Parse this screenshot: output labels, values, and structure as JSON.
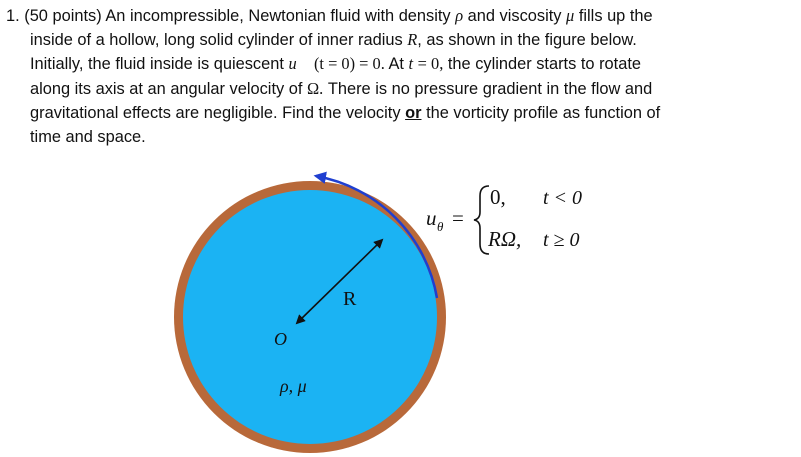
{
  "problem": {
    "number": "1.",
    "points": "(50 points)",
    "l1_a": "An incompressible, Newtonian fluid with density",
    "rho": "ρ",
    "l1_b": "and viscosity",
    "mu": "μ",
    "l1_c": "fills up the",
    "l2_a": "inside of a hollow, long solid cylinder of inner radius",
    "R": "R",
    "l2_b": ", as shown in the figure below.",
    "l3_a": "Initially, the fluid inside is quiescent",
    "vec_u": "u⃗",
    "l3_eq": "(t = 0) = 0.",
    "l3_at": "At",
    "t": "t",
    "l3_eq2": "= 0,",
    "l3_b": "the cylinder starts to rotate",
    "l4_a": "along its axis at an angular velocity of",
    "Omega": "Ω.",
    "l4_b": "There is no pressure gradient in the flow and",
    "l5_a": "gravitational effects are negligible. Find the velocity",
    "l5_or": "or",
    "l5_b": "the vorticity profile as function of",
    "l6": "time and space."
  },
  "figure": {
    "label_R": "R",
    "label_O": "O",
    "label_props": "ρ, μ",
    "velocity_lhs": "u",
    "velocity_sub": "θ",
    "velocity_eq": "=",
    "case1_value": "0,",
    "case1_cond": "t < 0",
    "case2_value": "RΩ,",
    "case2_cond": "t ≥ 0"
  },
  "colors": {
    "fluid": "#1bb3f3",
    "wall": "#b8693a",
    "rotation_arrow": "#1f3fd0",
    "radius_arrow": "#111111"
  }
}
